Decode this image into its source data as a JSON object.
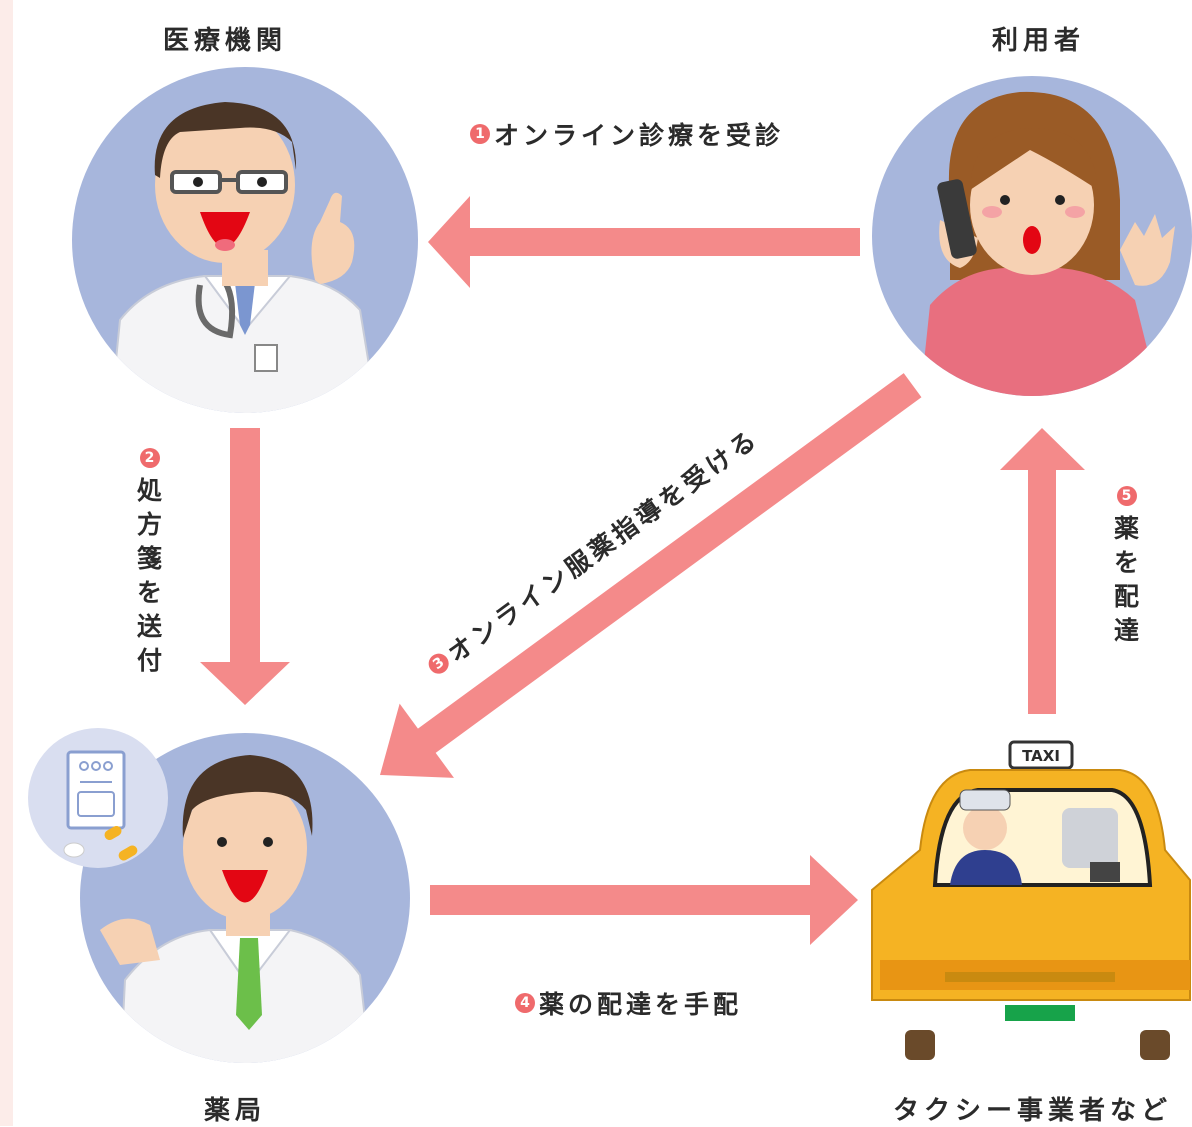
{
  "nodes": {
    "medical": {
      "title": "医療機関"
    },
    "user": {
      "title": "利用者"
    },
    "pharmacy": {
      "title": "薬局"
    },
    "taxi": {
      "title": "タクシー事業者など",
      "sign": "TAXI"
    }
  },
  "steps": [
    {
      "num": "1",
      "text": "オンライン診療を受診"
    },
    {
      "num": "2",
      "text": "処方箋を送付"
    },
    {
      "num": "3",
      "text": "オンライン服薬指導を受ける"
    },
    {
      "num": "4",
      "text": "薬の配達を手配"
    },
    {
      "num": "5",
      "text": "薬を配達"
    }
  ],
  "colors": {
    "arrow": "#f48a8a",
    "circle": "#a7b6dc",
    "number_badge": "#ef6a6c",
    "taxi_body": "#f5b323"
  }
}
